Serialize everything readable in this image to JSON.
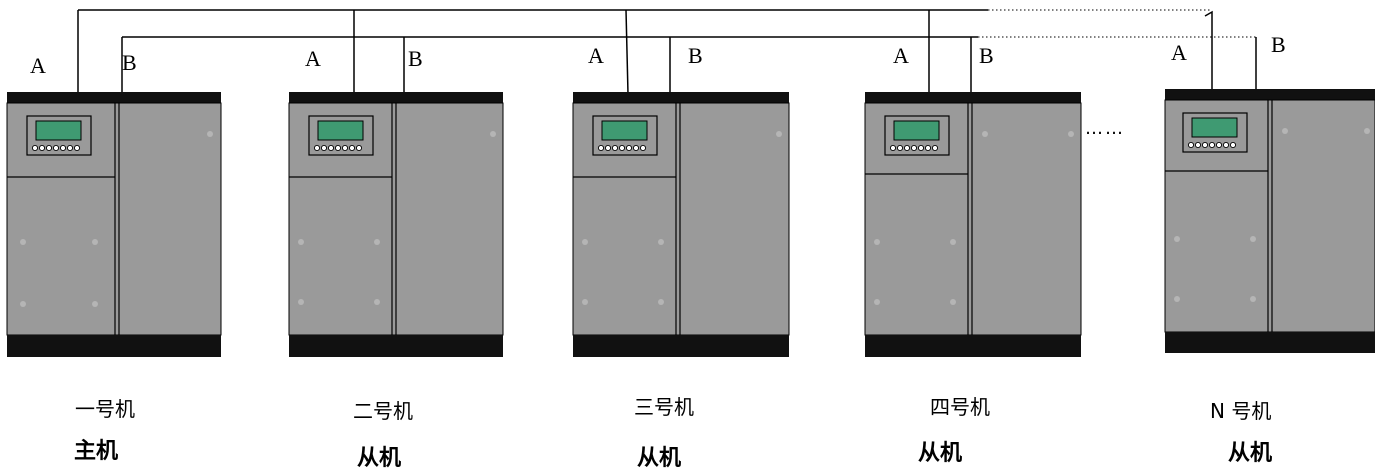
{
  "bus_labels": {
    "a": "A",
    "b": "B"
  },
  "continuation": "……",
  "machines": [
    {
      "name": "一号机",
      "role": "主机"
    },
    {
      "name": "二号机",
      "role": "从机"
    },
    {
      "name": "三号机",
      "role": "从机"
    },
    {
      "name": "四号机",
      "role": "从机"
    },
    {
      "name": "N 号机",
      "role": "从机"
    }
  ],
  "colors": {
    "cabinet": "#9a9a9a",
    "cabinet_band": "#111111",
    "screen": "#3f9a72",
    "line": "#000000"
  }
}
